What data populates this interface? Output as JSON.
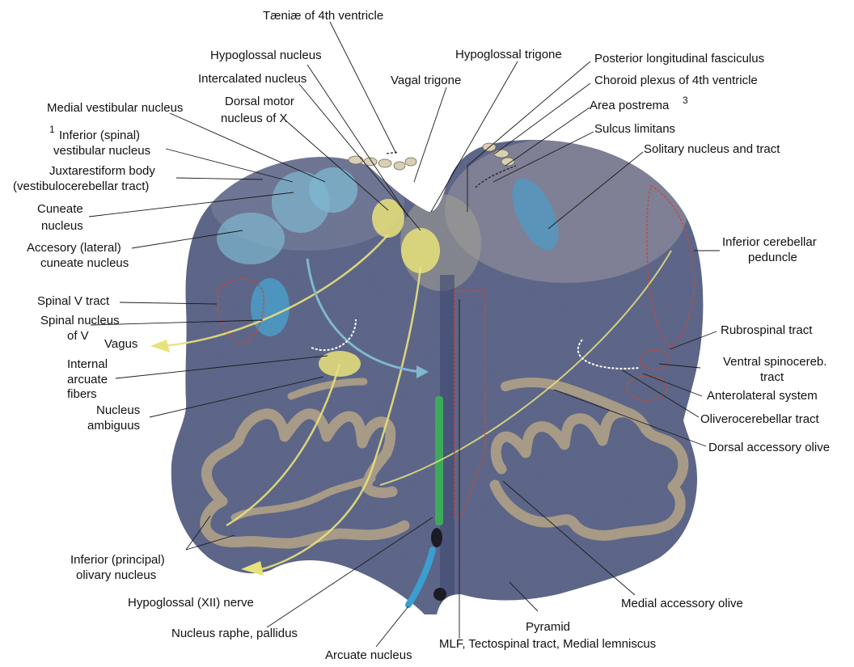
{
  "labels": {
    "taeniae": "Tæniæ of 4th ventricle",
    "hypoglossal_nucleus": "Hypoglossal nucleus",
    "intercalated_nucleus": "Intercalated nucleus",
    "medial_vestibular_nucleus": "Medial vestibular nucleus",
    "dorsal_motor_1": "Dorsal motor",
    "dorsal_motor_2": "nucleus of X",
    "inferior_vestibular_marker": "1",
    "inferior_vestibular_1": "Inferior (spinal)",
    "inferior_vestibular_2": "vestibular nucleus",
    "juxtarestiform_1": "Juxtarestiform body",
    "juxtarestiform_2": "(vestibulocerebellar tract)",
    "cuneate_1": "Cuneate",
    "cuneate_2": "nucleus",
    "accessory_cuneate_1": "Accesory (lateral)",
    "accessory_cuneate_2": "cuneate nucleus",
    "spinal_v_tract": "Spinal V tract",
    "spinal_v_nucleus_1": "Spinal nucleus",
    "spinal_v_nucleus_2": "of V",
    "vagus": "Vagus",
    "internal_arcuate_1": "Internal",
    "internal_arcuate_2": "arcuate",
    "internal_arcuate_3": "fibers",
    "nucleus_ambiguus_1": "Nucleus",
    "nucleus_ambiguus_2": "ambiguus",
    "inferior_olivary_1": "Inferior (principal)",
    "inferior_olivary_2": "olivary nucleus",
    "hypoglossal_nerve": "Hypoglossal (XII) nerve",
    "raphe_pallidus": "Nucleus raphe, pallidus",
    "arcuate_nucleus": "Arcuate nucleus",
    "mlf_tracts": "MLF, Tectospinal tract, Medial lemniscus",
    "pyramid": "Pyramid",
    "medial_accessory_olive": "Medial accessory olive",
    "dorsal_accessory_olive": "Dorsal accessory olive",
    "olivocerebellar_tract": "Oliverocerebellar tract",
    "anterolateral_system": "Anterolateral system",
    "ventral_spinocereb_1": "Ventral spinocereb.",
    "ventral_spinocereb_2": "tract",
    "rubrospinal_tract": "Rubrospinal tract",
    "inferior_cerebellar_1": "Inferior cerebellar",
    "inferior_cerebellar_2": "peduncle",
    "solitary_nucleus": "Solitary nucleus and tract",
    "sulcus_limitans": "Sulcus limitans",
    "area_postrema": "Area postrema",
    "area_postrema_marker": "3",
    "choroid_plexus": "Choroid plexus of 4th ventricle",
    "posterior_longitudinal": "Posterior longitudinal fasciculus",
    "hypoglossal_trigone": "Hypoglossal trigone",
    "vagal_trigone": "Vagal trigone"
  },
  "colors": {
    "tissue": "#5b6487",
    "tissue_light": "#a19c8b",
    "olive": "#a79a86",
    "sensory_blue": "#7fb8d0",
    "motor_yellow": "#e8e27a",
    "raphe_green": "#3caa5a",
    "arcuate_blue": "#3a9fd0",
    "tract_red": "#c24a3a"
  }
}
